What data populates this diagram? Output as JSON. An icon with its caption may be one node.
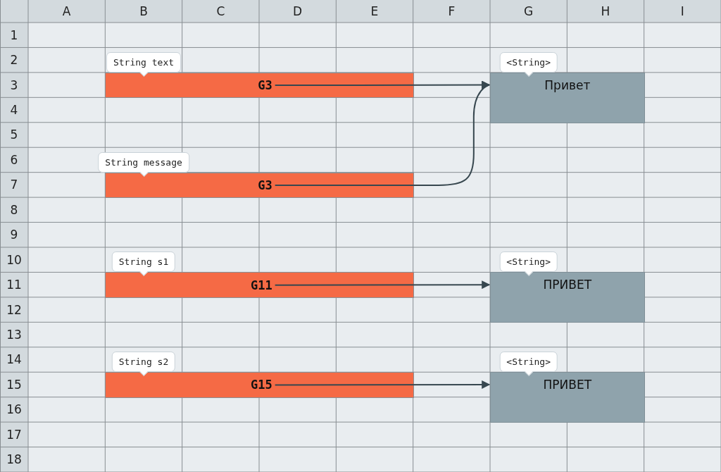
{
  "diagram": {
    "nodes": [
      {
        "text": [],
        "shape": "bar",
        "beside": [
          "String text"
        ]
      },
      {
        "text": [
          "G3"
        ],
        "in": 0
      },
      {
        "text": [
          "Привет"
        ],
        "beside": [
          "<String>"
        ]
      },
      {
        "text": [],
        "shape": "bar",
        "beside": [
          "String message"
        ]
      },
      {
        "text": [
          "G3"
        ],
        "in": 3
      },
      {
        "text": [],
        "shape": "bar",
        "beside": [
          "String s1"
        ]
      },
      {
        "text": [
          "G11"
        ],
        "in": 5
      },
      {
        "text": [
          "ПРИВЕТ"
        ],
        "beside": [
          "<String>"
        ]
      },
      {
        "text": [],
        "shape": "bar",
        "beside": [
          "String s2"
        ]
      },
      {
        "text": [
          "G15"
        ],
        "in": 8
      },
      {
        "text": [
          "ПРИВЕТ"
        ],
        "beside": [
          "<String>"
        ]
      }
    ],
    "edges": [
      {
        "from": 1,
        "to": 2,
        "arrow": "to"
      },
      {
        "from": 4,
        "to": 2,
        "arrow": "to"
      },
      {
        "from": 6,
        "to": 7,
        "arrow": "to"
      },
      {
        "from": 9,
        "to": 10,
        "arrow": "to"
      }
    ],
    "labels": [
      "A",
      "B",
      "C",
      "D",
      "E",
      "F",
      "G",
      "H",
      "I",
      "1",
      "2",
      "3",
      "4",
      "5",
      "6",
      "7",
      "8",
      "9",
      "10",
      "11",
      "12",
      "13",
      "14",
      "15",
      "16",
      "17",
      "18"
    ]
  }
}
